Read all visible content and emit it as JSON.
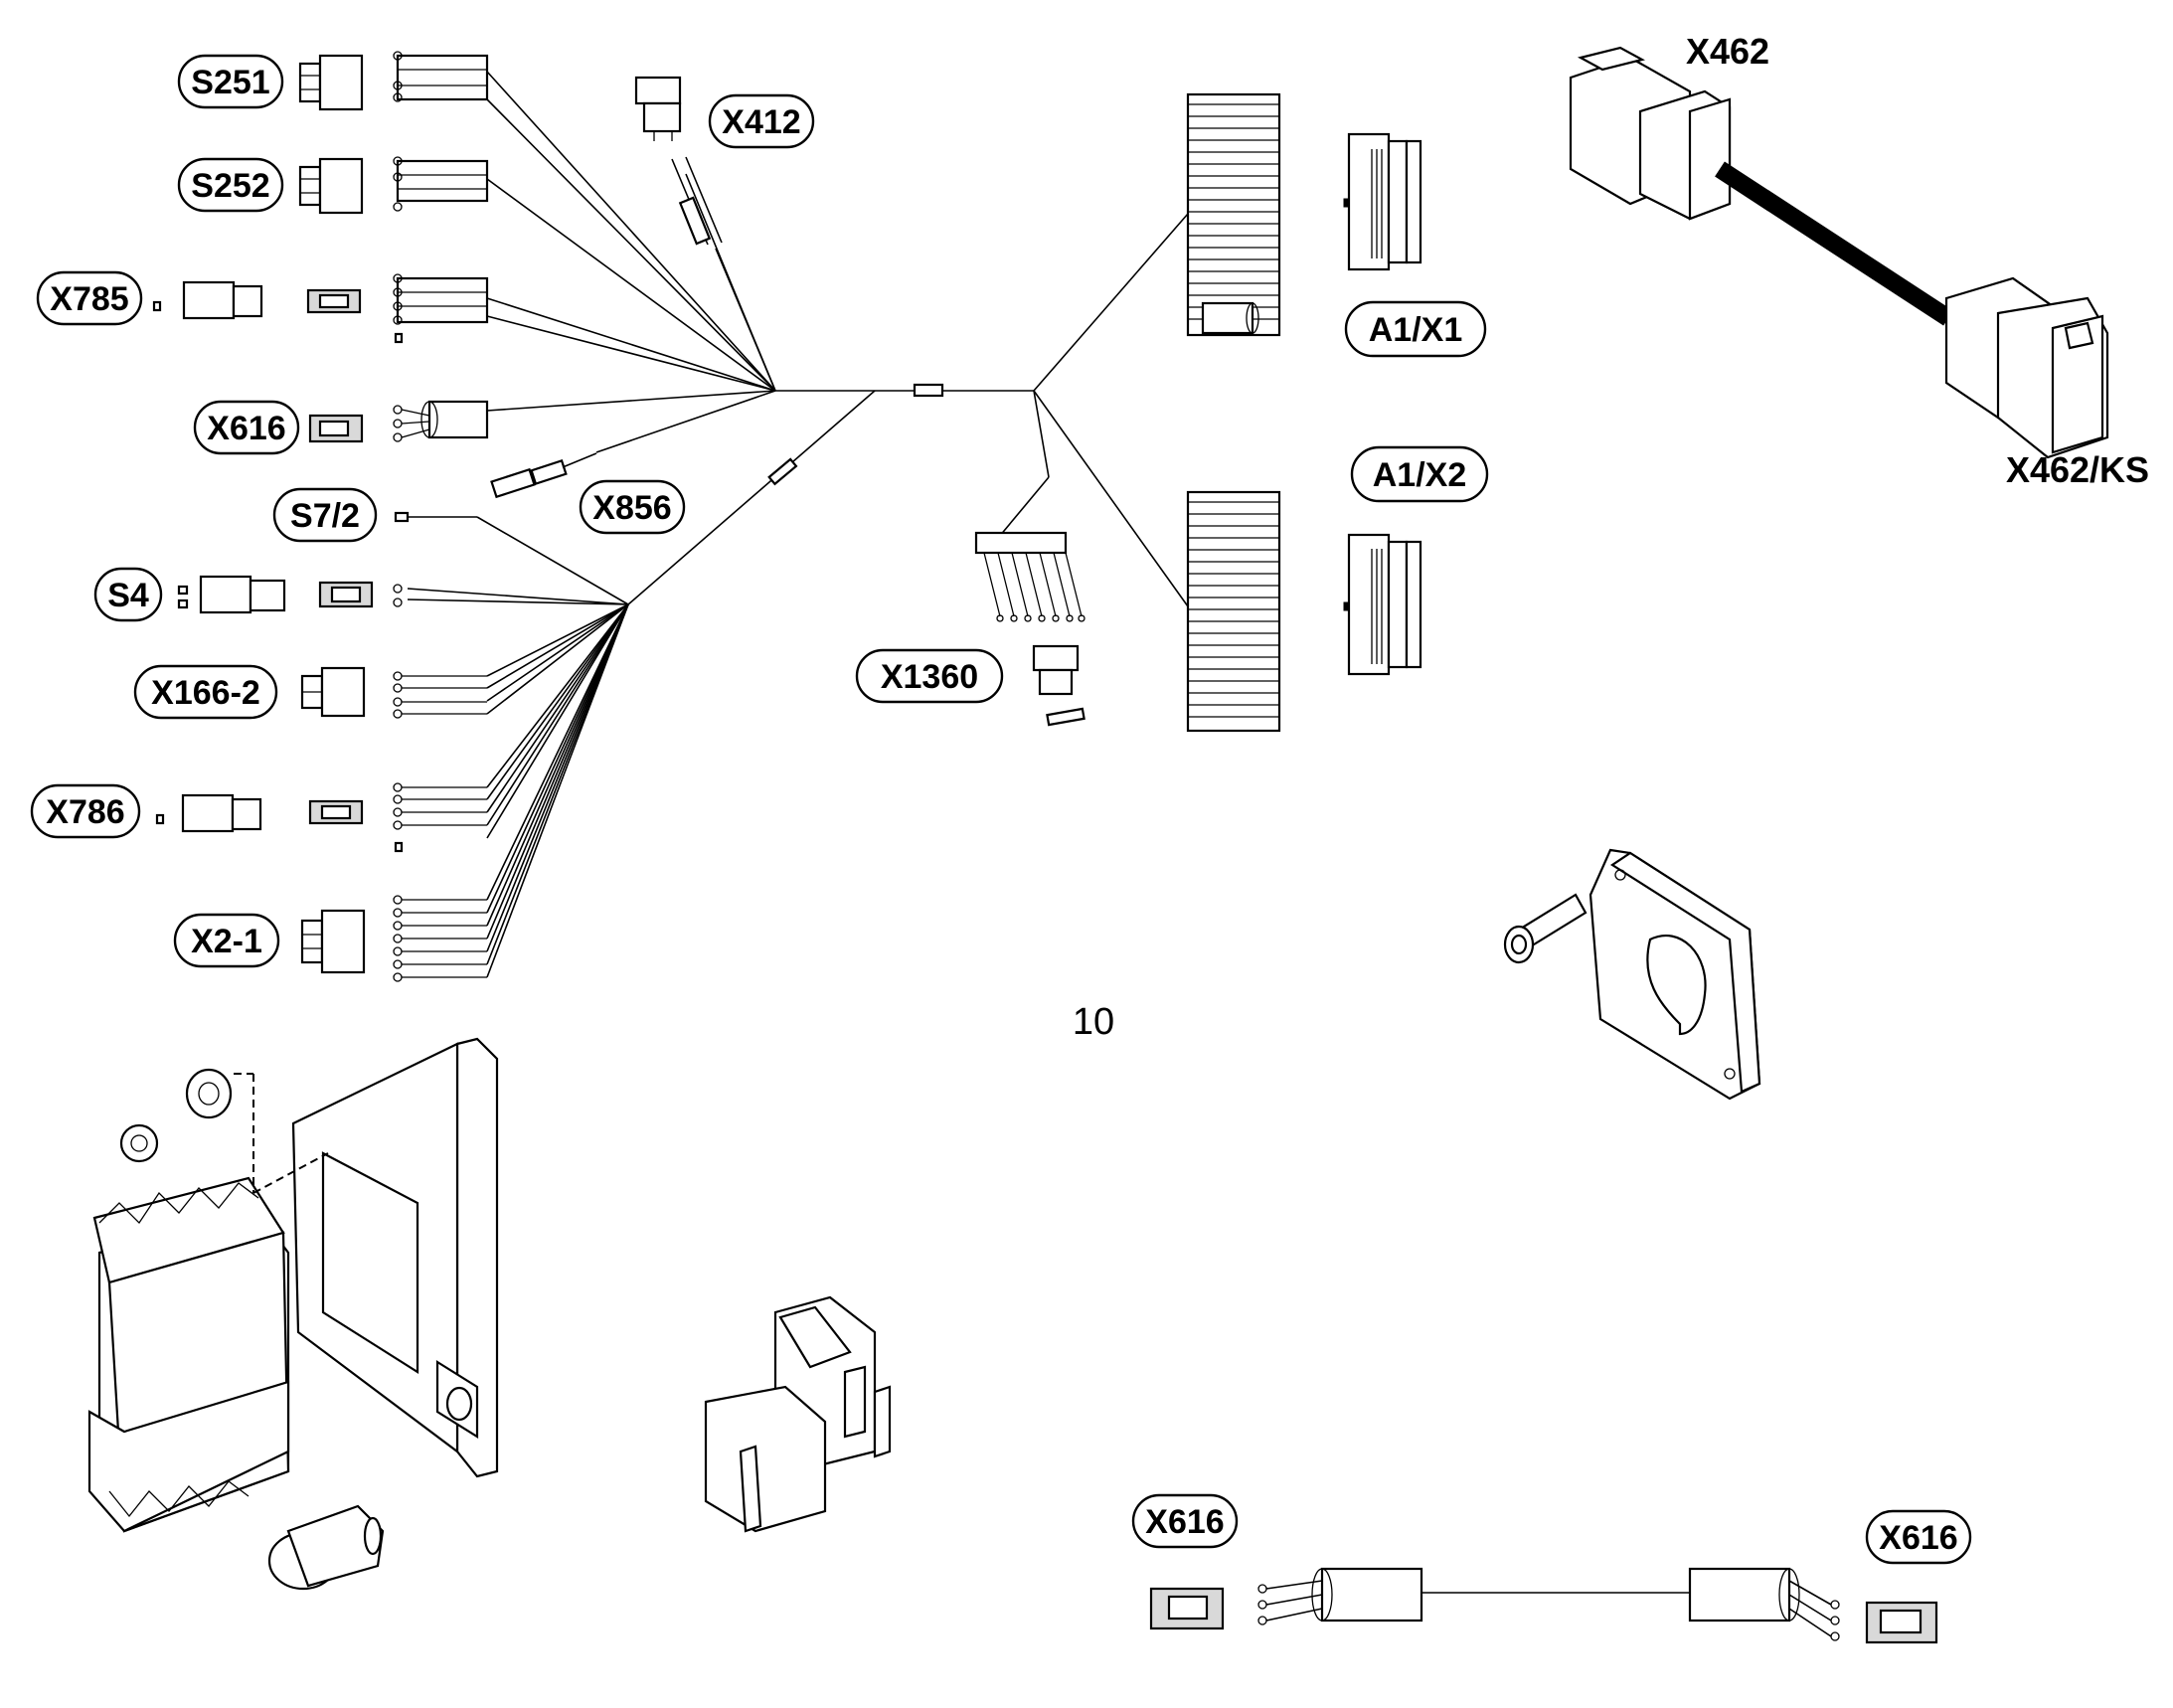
{
  "diagram": {
    "labels": {
      "S251": "S251",
      "S252": "S252",
      "X785": "X785",
      "X616": "X616",
      "S7_2": "S7/2",
      "S4": "S4",
      "X166_2": "X166-2",
      "X786": "X786",
      "X2_1": "X2-1",
      "X412": "X412",
      "X856": "X856",
      "X1360": "X1360",
      "A1_X1": "A1/X1",
      "A1_X2": "A1/X2",
      "X462": "X462",
      "X462_KS": "X462/KS",
      "X616_bottom_left": "X616",
      "X616_bottom_right": "X616"
    },
    "item_number": "10"
  }
}
